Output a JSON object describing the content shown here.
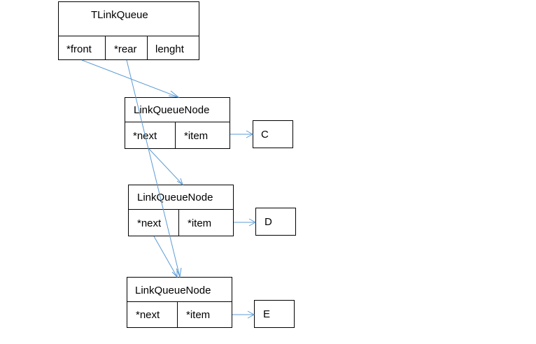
{
  "queue": {
    "title": "TLinkQueue",
    "fields": [
      "*front",
      "*rear",
      "lenght"
    ]
  },
  "nodes": [
    {
      "title": "LinkQueueNode",
      "fields": [
        "*next",
        "*item"
      ],
      "value": "C"
    },
    {
      "title": "LinkQueueNode",
      "fields": [
        "*next",
        "*item"
      ],
      "value": "D"
    },
    {
      "title": "LinkQueueNode",
      "fields": [
        "*next",
        "*item"
      ],
      "value": "E"
    }
  ],
  "colors": {
    "arrow": "#5b9bd5",
    "border": "#000000"
  }
}
